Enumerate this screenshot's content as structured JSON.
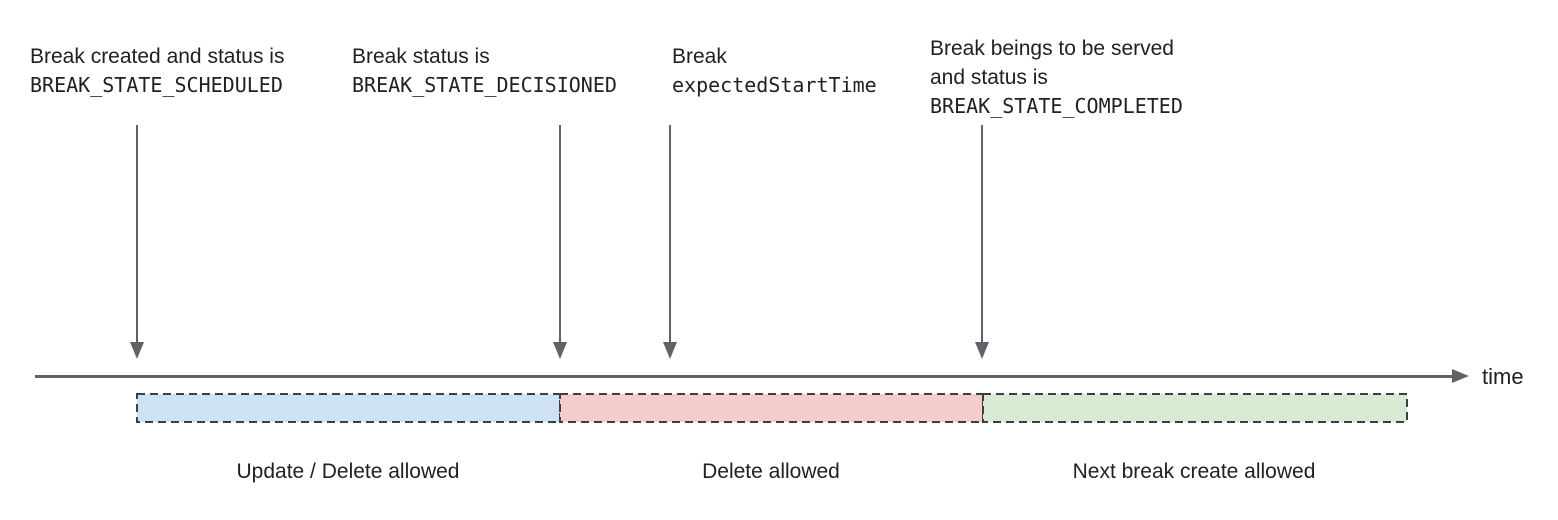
{
  "annotations": [
    {
      "lines": [
        "Break created and status is"
      ],
      "code": "BREAK_STATE_SCHEDULED"
    },
    {
      "lines": [
        "Break status is"
      ],
      "code": "BREAK_STATE_DECISIONED"
    },
    {
      "lines": [
        "Break"
      ],
      "code": "expectedStartTime"
    },
    {
      "lines": [
        "Break beings to be served",
        "and status is"
      ],
      "code": "BREAK_STATE_COMPLETED"
    }
  ],
  "axis": {
    "label": "time"
  },
  "segments": [
    {
      "label": "Update / Delete allowed",
      "color": "#cfe2f3"
    },
    {
      "label": "Delete allowed",
      "color": "#f4cccc"
    },
    {
      "label": "Next break create allowed",
      "color": "#d9ead3"
    }
  ],
  "colors": {
    "text": "#202124",
    "arrow": "#5f6368",
    "segment_border": "#3c4043",
    "background": "#ffffff"
  }
}
